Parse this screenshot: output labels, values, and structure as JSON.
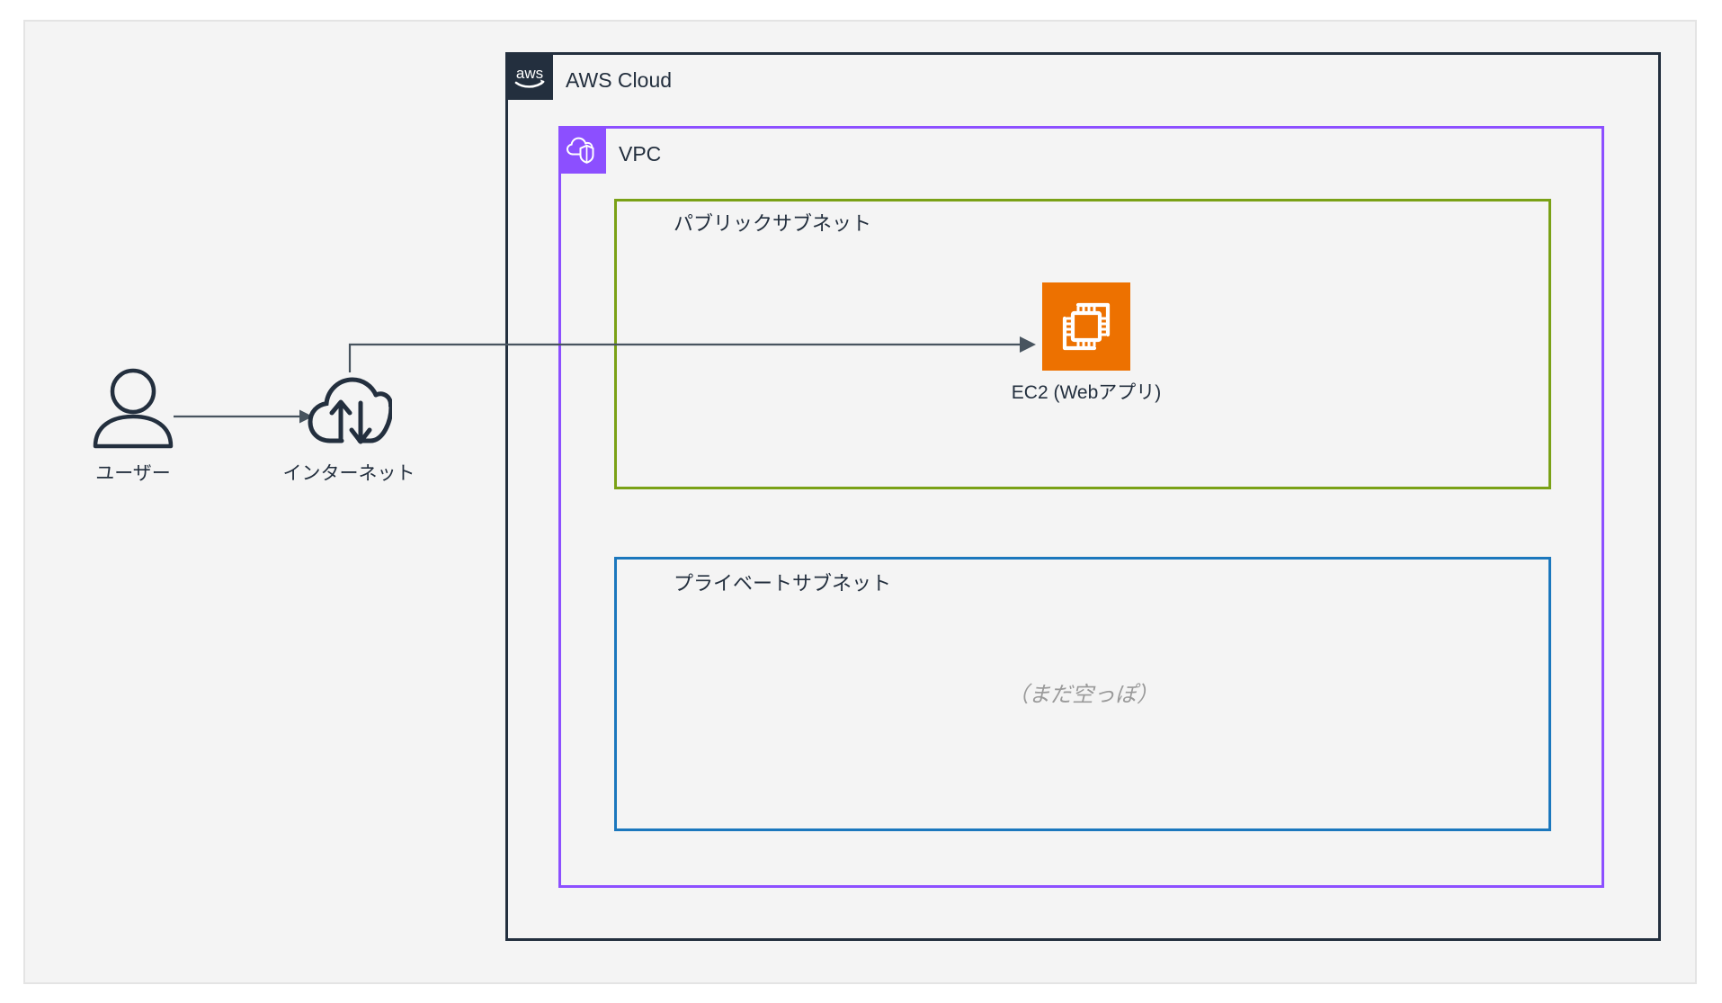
{
  "diagram": {
    "title": "AWS Cloud",
    "background_color": "#f4f4f4",
    "page_background": "#ffffff"
  },
  "groups": [
    {
      "id": "aws-cloud",
      "label": "AWS Cloud",
      "icon": "aws-logo-icon",
      "border_color": "#232F3E",
      "badge_color": "#232F3E"
    },
    {
      "id": "vpc",
      "label": "VPC",
      "icon": "vpc-cloud-shield-icon",
      "border_color": "#8C4FFF",
      "badge_color": "#8C4FFF"
    },
    {
      "id": "public-subnet",
      "label": "パブリックサブネット",
      "border_color": "#7AA116"
    },
    {
      "id": "private-subnet",
      "label": "プライベートサブネット",
      "border_color": "#1B77BD",
      "placeholder": "（まだ空っぽ）",
      "placeholder_color": "#9A9A9A"
    }
  ],
  "nodes": [
    {
      "id": "user",
      "label": "ユーザー",
      "icon": "user-person-icon",
      "color": "#232F3E"
    },
    {
      "id": "internet",
      "label": "インターネット",
      "icon": "internet-cloud-arrows-icon",
      "color": "#232F3E"
    },
    {
      "id": "ec2",
      "label": "EC2 (Webアプリ)",
      "icon": "ec2-instance-icon",
      "color": "#ED7100"
    }
  ],
  "connections": [
    {
      "id": "user-to-internet",
      "from": "user",
      "to": "internet",
      "style": "solid-arrow",
      "color": "#48545F"
    },
    {
      "id": "internet-to-ec2",
      "from": "internet",
      "to": "ec2",
      "style": "orthogonal-solid-arrow",
      "color": "#48545F"
    }
  ]
}
